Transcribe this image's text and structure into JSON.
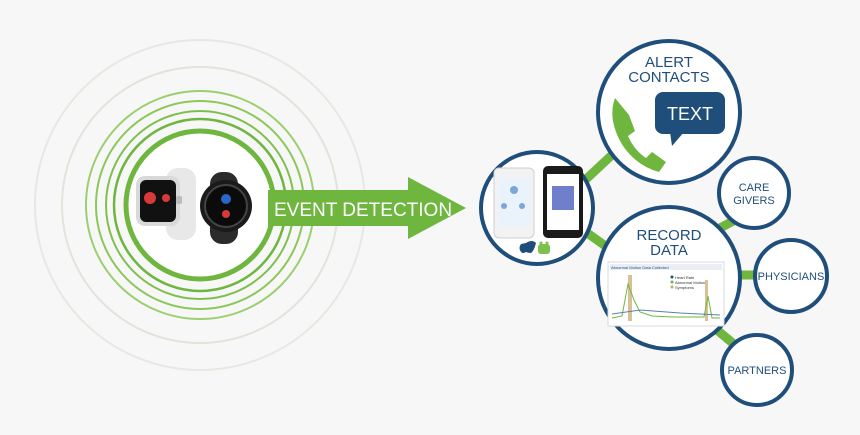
{
  "arrow": {
    "label": "EVENT DETECTION"
  },
  "nodes": {
    "alert": {
      "line1": "ALERT",
      "line2": "CONTACTS",
      "bubble": "TEXT"
    },
    "record": {
      "line1": "RECORD",
      "line2": "DATA"
    },
    "caregivers": {
      "line1": "CARE",
      "line2": "GIVERS"
    },
    "physicians": {
      "label": "PHYSICIANS"
    },
    "partners": {
      "label": "PARTNERS"
    }
  },
  "mini_chart": {
    "title": "Abnormal Motion Data Collected",
    "legend": [
      "Heart Rate",
      "Abnormal Motion",
      "Symptoms"
    ]
  },
  "colors": {
    "green": "#6fb63f",
    "light_green": "#9ccf6f",
    "navy": "#1f4e7a",
    "background": "#f7f7f7"
  }
}
